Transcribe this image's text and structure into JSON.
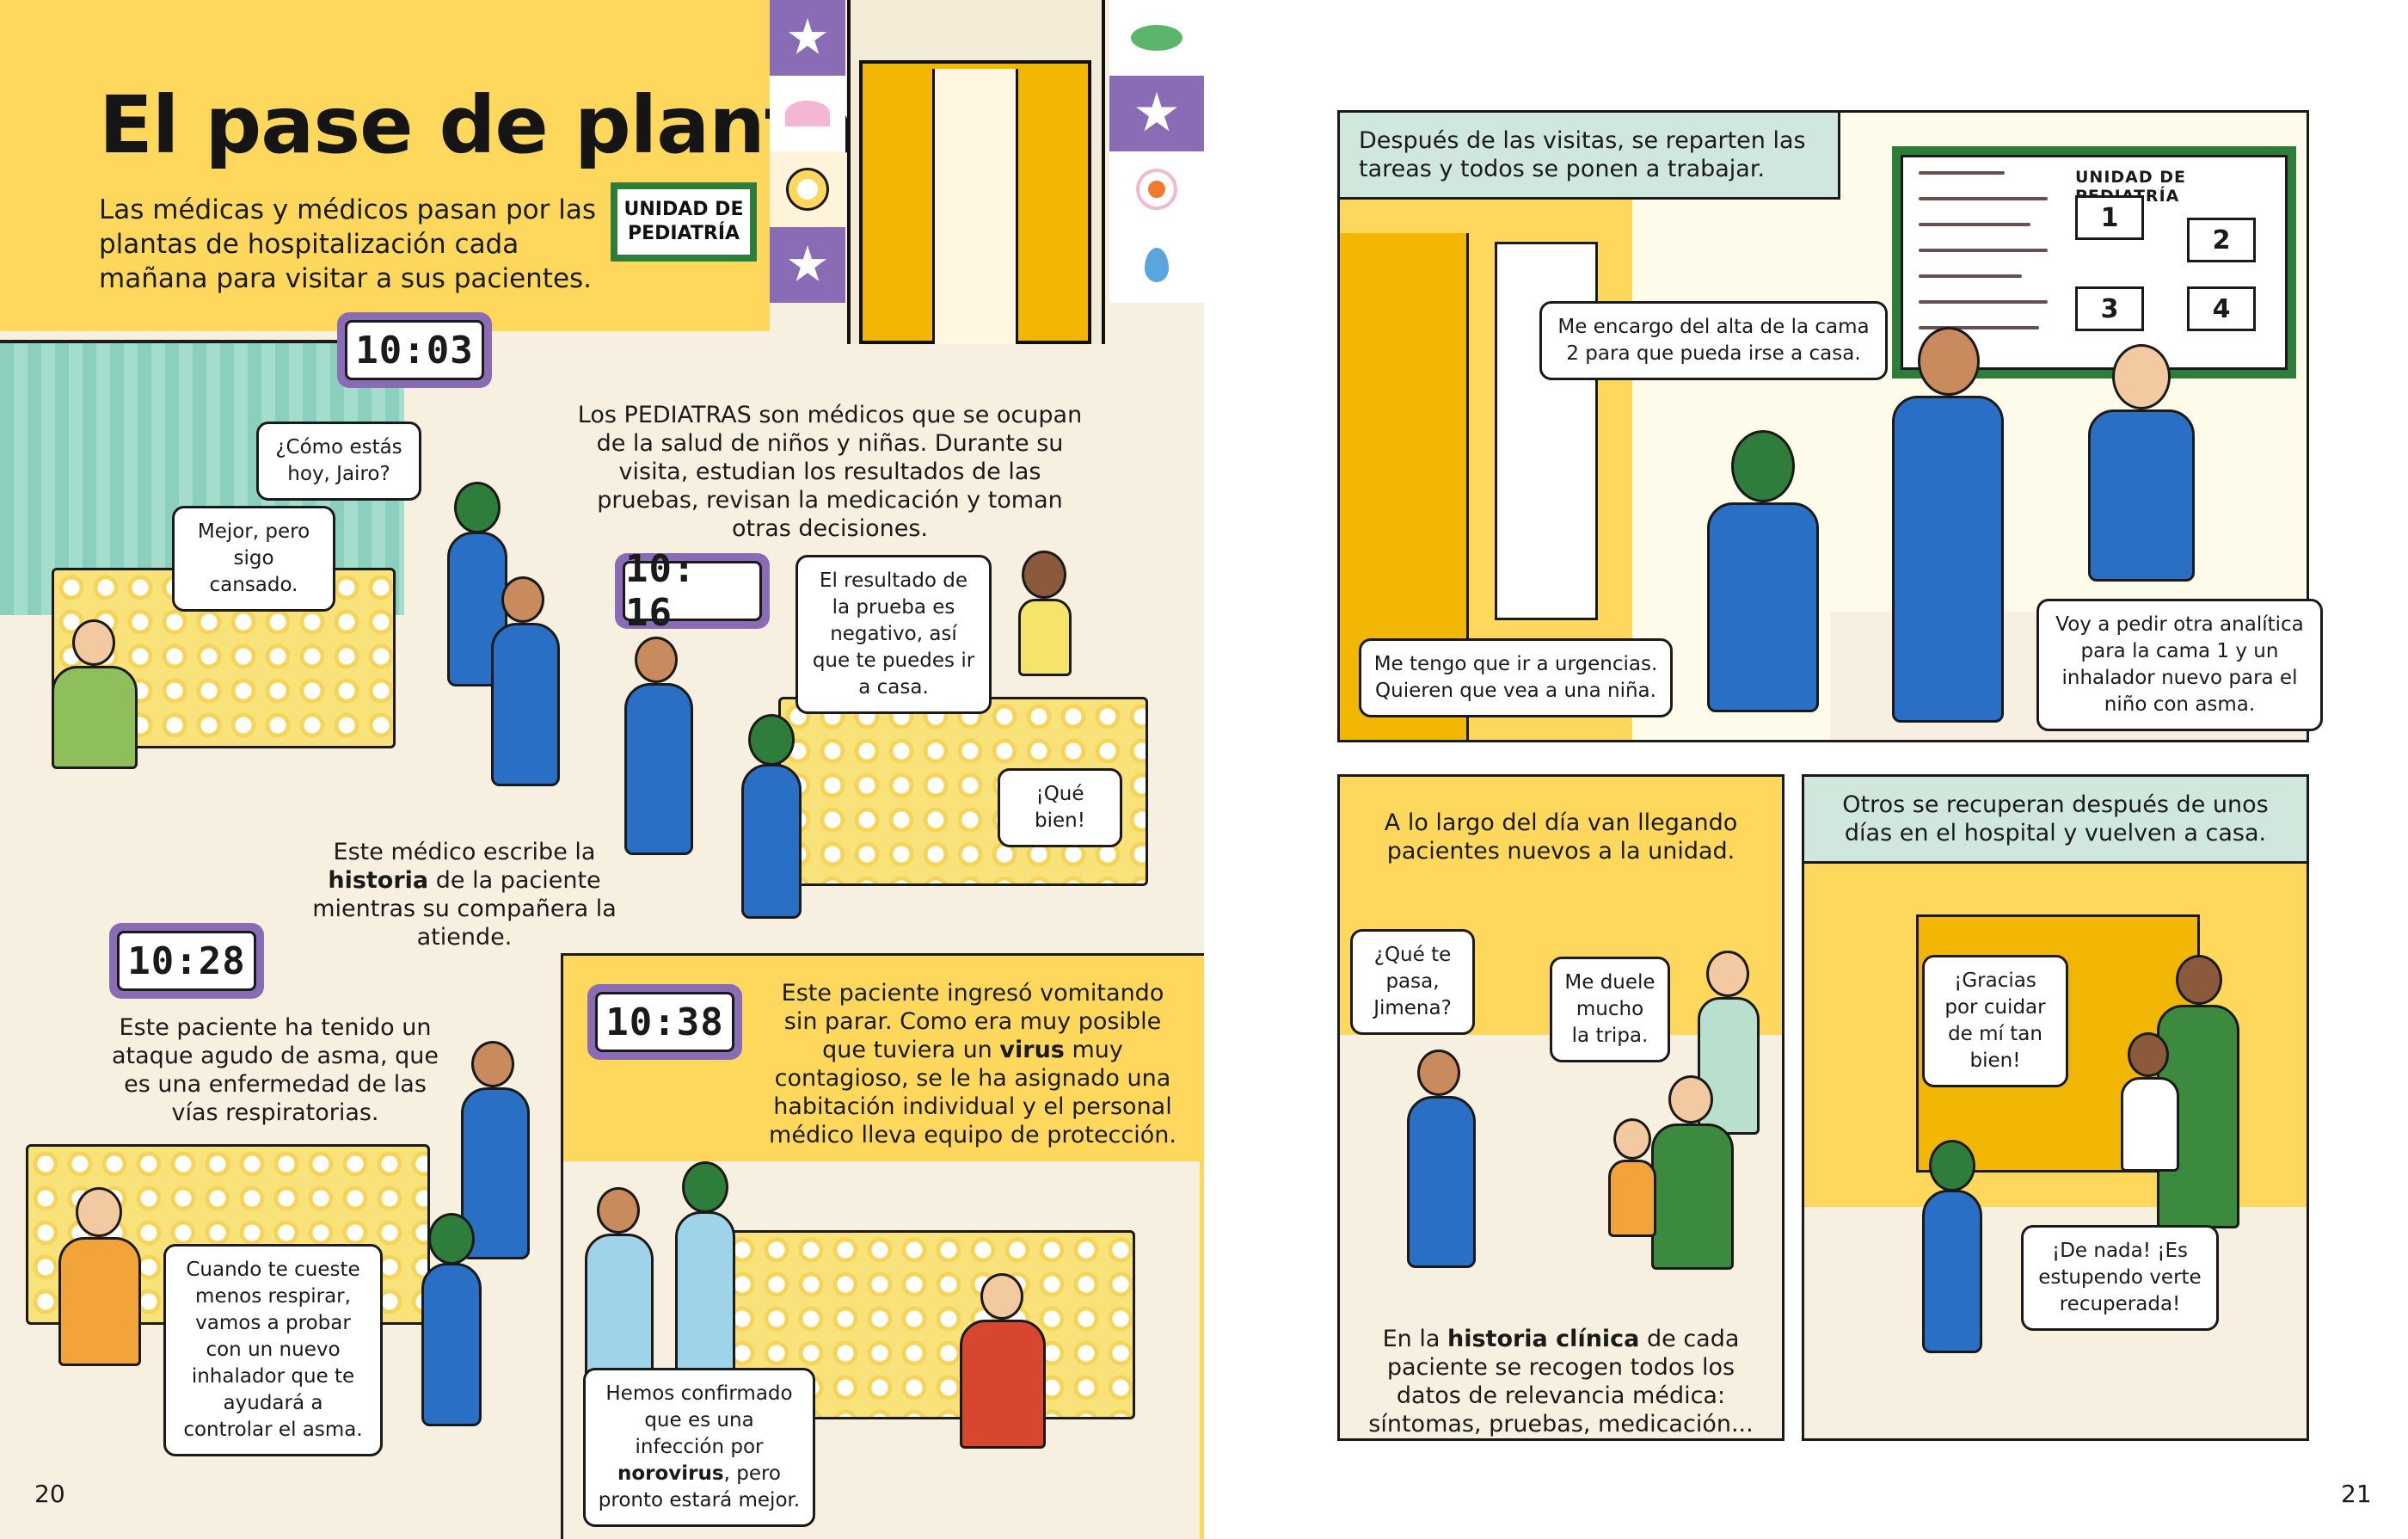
{
  "left_page": {
    "title": "El pase de planta",
    "intro": "Las médicas y médicos pasan por las plantas de hospitalización cada mañana para visitar a sus pacientes.",
    "unit_sign": "UNIDAD DE PEDIATRÍA",
    "page_number": "20",
    "scene1": {
      "clock": "10:03",
      "bubble_doctor": "¿Cómo estás hoy, Jairo?",
      "bubble_patient": "Mejor, pero sigo cansado.",
      "caption_pediatras_pre": "Los PEDIATRAS son médicos que se ocupan de la salud de niños y niñas. Durante su visita, estudian los resultados de las pruebas, revisan la medicación y toman otras decisiones."
    },
    "scene2": {
      "clock": "10: 16",
      "bubble_doctor": "El resultado de la prueba es negativo, así que te puedes ir a casa.",
      "bubble_patient": "¡Qué bien!",
      "caption_pre": "Este médico escribe la",
      "caption_bold": "historia",
      "caption_post": "de la paciente mientras su compañera la atiende."
    },
    "scene3": {
      "clock": "10:28",
      "caption": "Este paciente ha tenido un ataque agudo de asma, que es una enfermedad de las vías respiratorias.",
      "bubble_doctor": "Cuando te cueste menos respirar, vamos a probar con un nuevo inhalador que te ayudará a controlar el asma."
    },
    "scene4": {
      "clock": "10:38",
      "caption_pre": "Este paciente ingresó vomitando sin parar. Como era muy posible que tuviera un",
      "caption_bold": "virus",
      "caption_post": "muy contagioso, se le ha asignado una habitación individual y el personal médico lleva equipo de protección.",
      "bubble_pre": "Hemos confirmado que es una infección por",
      "bubble_bold": "norovirus",
      "bubble_post": ", pero pronto estará mejor."
    }
  },
  "right_page": {
    "page_number": "21",
    "panel1": {
      "caption": "Después de las visitas, se reparten las tareas y todos se ponen a trabajar.",
      "whiteboard_title": "UNIDAD DE PEDIATRÍA",
      "beds": [
        "1",
        "2",
        "3",
        "4"
      ],
      "bubble_male_doctor": "Me encargo del alta de la cama 2 para que pueda irse a casa.",
      "bubble_female_doctor": "Me tengo que ir a urgencias. Quieren que vea a una niña.",
      "bubble_bald_doctor": "Voy a pedir otra analítica para la cama 1 y un inhalador nuevo para el niño con asma."
    },
    "panel2": {
      "caption": "A lo largo del día van llegando pacientes nuevos a la unidad.",
      "bubble_doctor": "¿Qué te pasa, Jimena?",
      "bubble_patient": "Me duele mucho la tripa.",
      "caption_bottom_pre": "En la",
      "caption_bottom_bold": "historia clínica",
      "caption_bottom_post": "de cada paciente se recogen todos los datos de relevancia médica: síntomas, pruebas, medicación..."
    },
    "panel3": {
      "caption": "Otros se recuperan después de unos días en el hospital y vuelven a casa.",
      "bubble_child": "¡Gracias por cuidar de mí tan bien!",
      "bubble_doctor": "¡De nada! ¡Es estupendo verte recuperada!"
    }
  },
  "colors": {
    "header_yellow": "#fdd85c",
    "scrubs_blue": "#2a6fc6",
    "hijab_green": "#2f7d3b",
    "clock_purple": "#8a6bb5",
    "caption_mint": "#cfe7dc",
    "page_cream": "#f7efdf"
  }
}
